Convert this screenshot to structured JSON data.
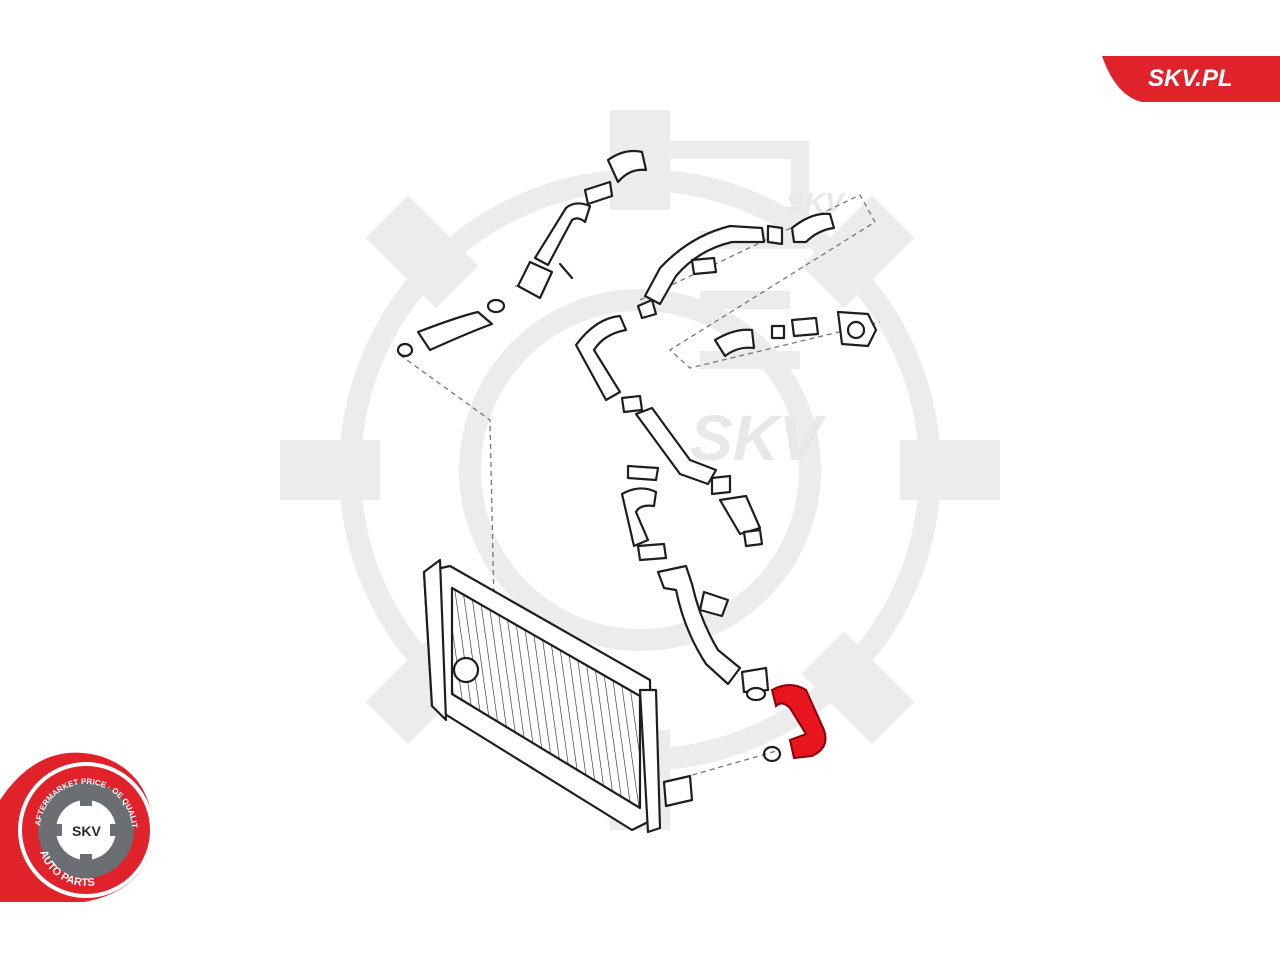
{
  "brand": {
    "site_label": "SKV.PL",
    "watermark_label": "SKV",
    "logo_center_label": "SKV",
    "logo_ring_top": "AFTERMARKET PRICE · OE QUALITY",
    "logo_ring_bottom": "AUTO PARTS"
  },
  "colors": {
    "brand_red": "#e0222b",
    "highlight_part": "#e8141e",
    "line_art": "#1e1e1e",
    "watermark": "#ececec"
  },
  "diagram": {
    "highlighted_part": "charge-air-hose"
  }
}
